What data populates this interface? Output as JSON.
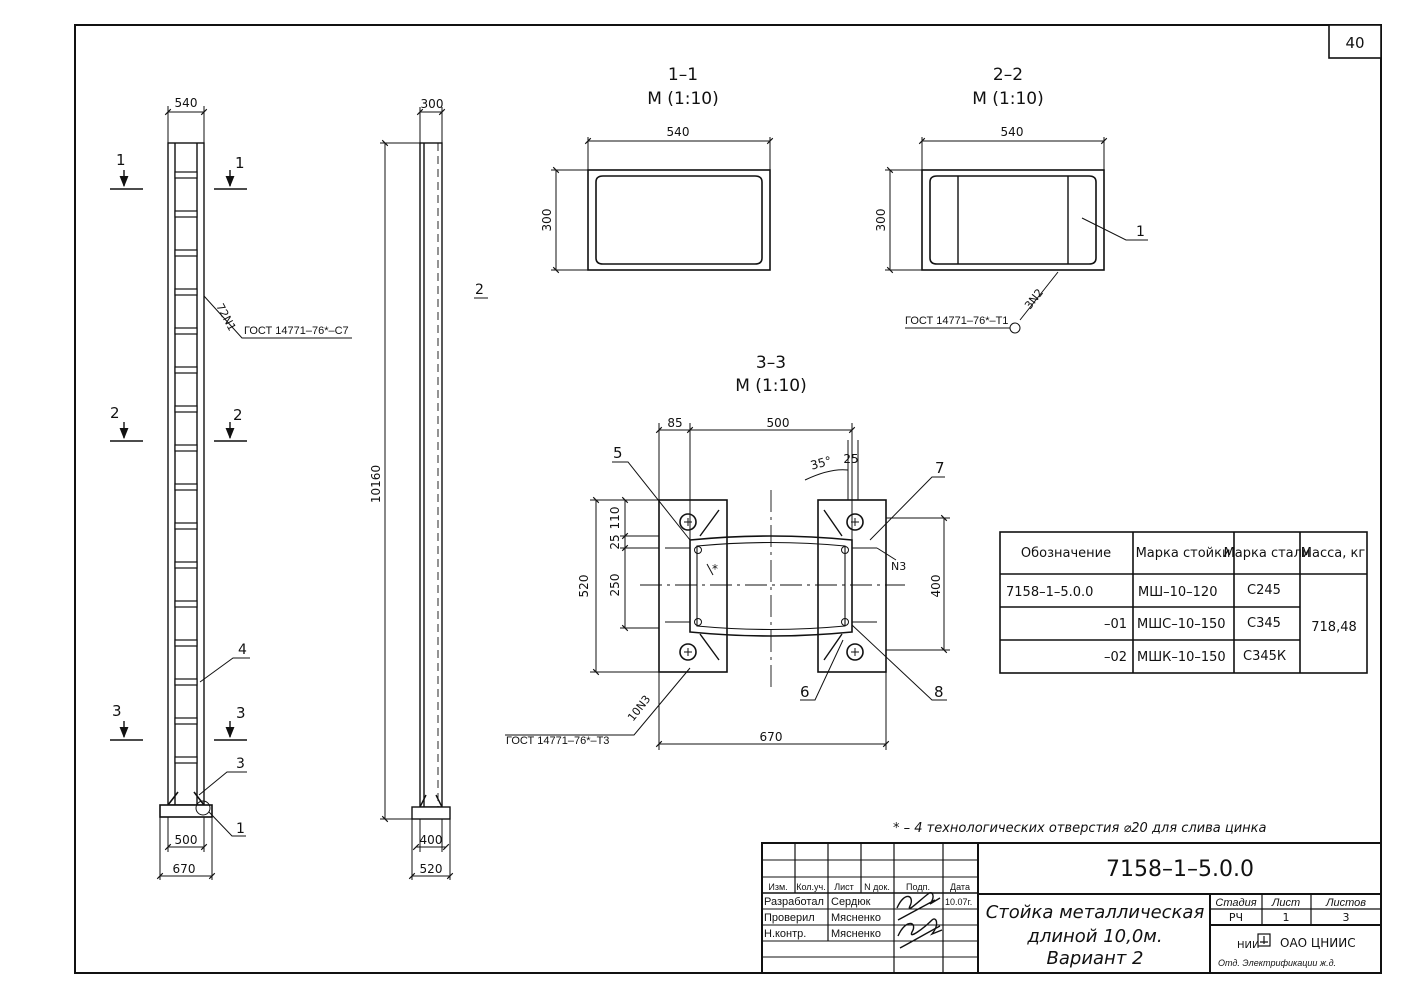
{
  "sheet": {
    "page_number": "40",
    "footnote": "* – 4 технологических отверстия ⌀20 для слива цинка"
  },
  "elevation_a": {
    "dim_top": "540",
    "dim_base_inner": "500",
    "dim_base_outer": "670",
    "callout_plates_qty": "72N1",
    "callout_plates_std": "ГОСТ 14771–76*–С7",
    "callout_4": "4",
    "callout_3": "3",
    "callout_1": "1",
    "section_marks": [
      "1",
      "1",
      "2",
      "2",
      "3",
      "3"
    ]
  },
  "elevation_b": {
    "dim_top": "300",
    "dim_height": "10160",
    "dim_base_inner": "400",
    "dim_base_outer": "520",
    "callout_2": "2"
  },
  "section_1_1": {
    "title": "1–1",
    "scale": "М (1:10)",
    "dim_width": "540",
    "dim_height": "300"
  },
  "section_2_2": {
    "title": "2–2",
    "scale": "М (1:10)",
    "dim_width": "540",
    "dim_height": "300",
    "callout_1": "1",
    "weld_qty": "3N2",
    "weld_std": "ГОСТ 14771–76*–Т1"
  },
  "section_3_3": {
    "title": "3–3",
    "scale": "М (1:10)",
    "dim_85": "85",
    "dim_500": "500",
    "dim_35": "35°",
    "dim_25_top": "25",
    "dim_110": "110",
    "dim_25_left": "25",
    "dim_250": "250",
    "dim_520": "520",
    "dim_400": "400",
    "dim_670": "670",
    "weld_n3": "N3",
    "weld_qty": "10N3",
    "weld_std": "ГОСТ 14771–76*–Т3",
    "asterisk": "*",
    "callouts": [
      "5",
      "7",
      "6",
      "8"
    ]
  },
  "spec_table": {
    "headers": [
      "Обозначение",
      "Марка стойки",
      "Марка стали",
      "Масса, кг"
    ],
    "rows": [
      {
        "designation": "7158–1–5.0.0",
        "mark": "МШ–10–120",
        "steel": "С245"
      },
      {
        "designation": "–01",
        "mark": "МШС–10–150",
        "steel": "С345"
      },
      {
        "designation": "–02",
        "mark": "МШК–10–150",
        "steel": "С345К"
      }
    ],
    "mass": "718,48"
  },
  "title_block": {
    "doc_code": "7158–1–5.0.0",
    "title_line1": "Стойка металлическая",
    "title_line2": "длиной 10,0м.",
    "title_line3": "Вариант 2",
    "col_headers": [
      "Изм.",
      "Кол.уч.",
      "Лист",
      "N док.",
      "Подп.",
      "Дата"
    ],
    "people": [
      {
        "role": "Разработал",
        "name": "Сердюк",
        "date": "10.07г."
      },
      {
        "role": "Проверил",
        "name": "Мясненко",
        "date": ""
      },
      {
        "role": "Н.контр.",
        "name": "Мясненко",
        "date": ""
      }
    ],
    "stage_label": "Стадия",
    "sheet_label": "Лист",
    "sheets_label": "Листов",
    "stage": "РЧ",
    "sheet": "1",
    "sheets": "3",
    "org_prefix": "НИИ",
    "org_name": "ОАО ЦНИИС",
    "org_dept": "Отд. Электрификации ж.д."
  }
}
